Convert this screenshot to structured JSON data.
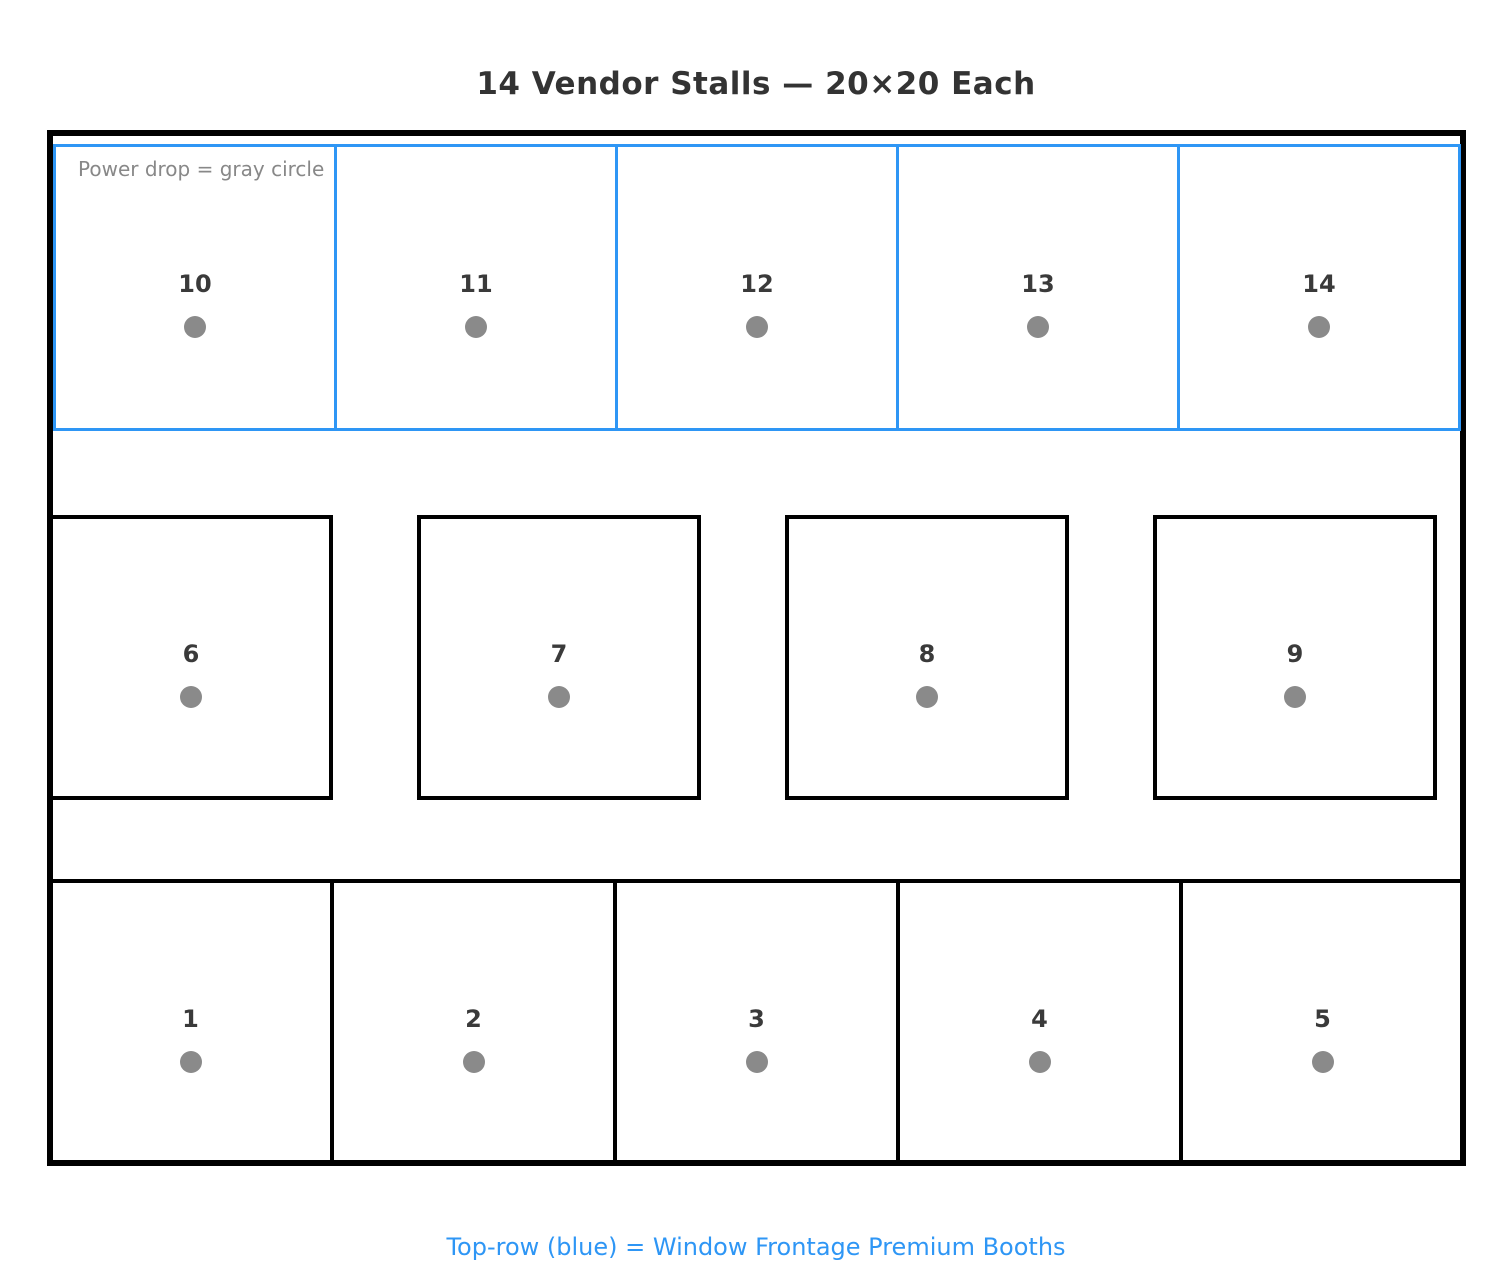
{
  "title": "14 Vendor Stalls — 20×20 Each",
  "legend_note": "Power drop = gray circle",
  "caption": "Top-row (blue) = Window Frontage Premium Booths",
  "colors": {
    "premium_border": "#2E96F5",
    "standard_border": "#000000",
    "outer_wall": "#000000",
    "power_drop_dot": "#8a8a8a",
    "title_text": "#333333",
    "legend_note_text": "#888888",
    "caption_text": "#2E96F5",
    "stall_number_text": "#3a3a3a"
  },
  "rows": {
    "top": {
      "type": "premium-window-frontage",
      "stalls": [
        "10",
        "11",
        "12",
        "13",
        "14"
      ]
    },
    "middle": {
      "type": "standard-detached",
      "stalls": [
        "6",
        "7",
        "8",
        "9"
      ]
    },
    "bottom": {
      "type": "standard",
      "stalls": [
        "1",
        "2",
        "3",
        "4",
        "5"
      ]
    }
  }
}
